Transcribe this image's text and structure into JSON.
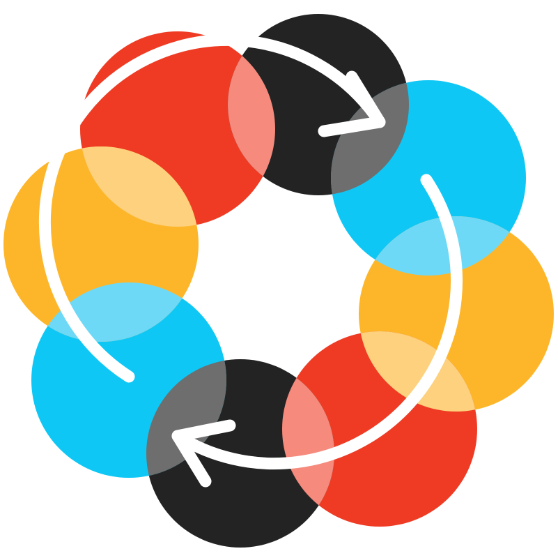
{
  "logo": {
    "colors": {
      "red": "#EF3B24",
      "black": "#232323",
      "blue": "#0FC7F5",
      "yellow": "#FDB62A",
      "red_black_overlap": "#F58A7D",
      "black_blue_overlap": "#6E6E6E",
      "blue_yellow_overlap": "#6ED9F7",
      "yellow_red_overlap": "#FDD17D",
      "arrow": "#FFFFFF"
    },
    "ring_order": [
      "red",
      "black",
      "blue",
      "yellow",
      "red",
      "black",
      "blue",
      "yellow"
    ],
    "arrows": [
      "clockwise-top-arrow",
      "clockwise-bottom-arrow"
    ]
  }
}
